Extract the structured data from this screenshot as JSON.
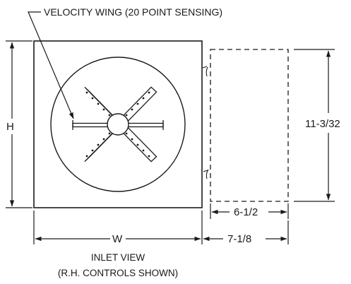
{
  "callout": {
    "velocity_wing": "VELOCITY  WING (20 POINT SENSING)"
  },
  "dimensions": {
    "height": "H",
    "width": "W",
    "controls_height": "11-3/32",
    "controls_depth": "6-1/2",
    "overall_depth": "7-1/8"
  },
  "caption": {
    "line1": "INLET VIEW",
    "line2": "(R.H. CONTROLS SHOWN)"
  }
}
